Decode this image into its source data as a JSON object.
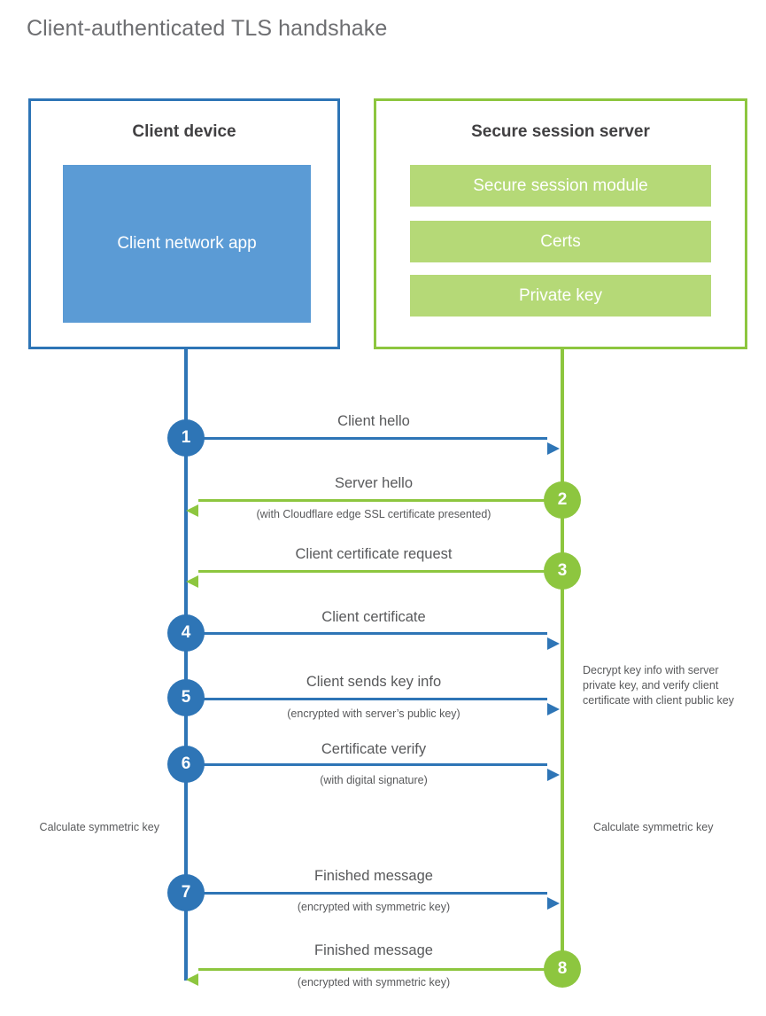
{
  "title": "Client-authenticated TLS handshake",
  "colors": {
    "client_blue": "#2E75B6",
    "client_app_blue": "#5B9BD5",
    "server_green": "#8DC63F",
    "server_block_green": "#B5D977",
    "text_gray": "#58595b",
    "heading_gray": "#414042"
  },
  "actors": {
    "client": {
      "title": "Client device",
      "blocks": [
        {
          "label": "Client network app"
        }
      ]
    },
    "server": {
      "title": "Secure session server",
      "blocks": [
        {
          "label": "Secure session module"
        },
        {
          "label": "Certs"
        },
        {
          "label": "Private key"
        }
      ]
    }
  },
  "steps": [
    {
      "number": "1",
      "label": "Client hello",
      "sub": "",
      "direction": "client-to-server",
      "color": "blue"
    },
    {
      "number": "2",
      "label": "Server hello",
      "sub": "(with Cloudflare edge SSL certificate presented)",
      "direction": "server-to-client",
      "color": "green"
    },
    {
      "number": "3",
      "label": "Client certificate request",
      "sub": "",
      "direction": "server-to-client",
      "color": "green"
    },
    {
      "number": "4",
      "label": "Client certificate",
      "sub": "",
      "direction": "client-to-server",
      "color": "blue"
    },
    {
      "number": "5",
      "label": "Client sends key info",
      "sub": "(encrypted with server’s public key)",
      "direction": "client-to-server",
      "color": "blue"
    },
    {
      "number": "6",
      "label": "Certificate verify",
      "sub": "(with digital signature)",
      "direction": "client-to-server",
      "color": "blue"
    },
    {
      "number": "7",
      "label": "Finished message",
      "sub": "(encrypted with symmetric key)",
      "direction": "client-to-server",
      "color": "blue"
    },
    {
      "number": "8",
      "label": "Finished message",
      "sub": "(encrypted with symmetric key)",
      "direction": "server-to-client",
      "color": "green"
    }
  ],
  "notes": {
    "server_decrypt": "Decrypt key info with server private key, and verify client certificate with client public key",
    "client_calculate": "Calculate symmetric key",
    "server_calculate": "Calculate symmetric key"
  }
}
